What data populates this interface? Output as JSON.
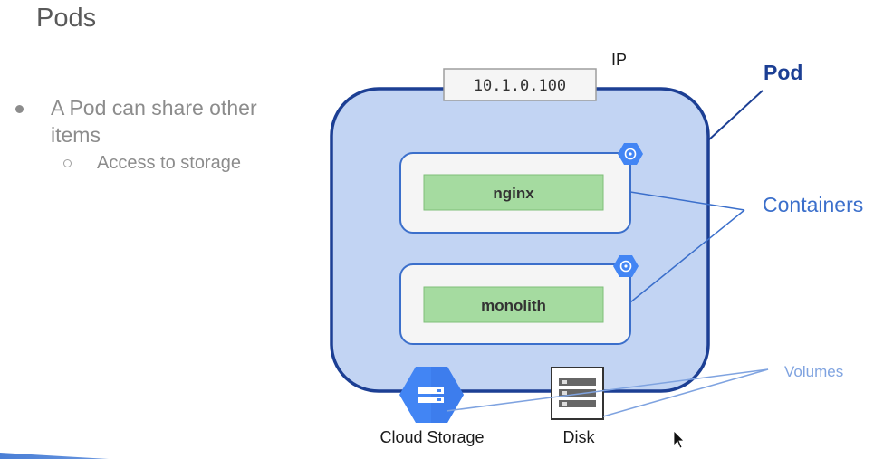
{
  "slide": {
    "title": "Pods",
    "bullets": [
      {
        "text": "A Pod can share other items",
        "sub": [
          "Access to storage"
        ]
      }
    ]
  },
  "diagram": {
    "ip_label": "IP",
    "ip_address": "10.1.0.100",
    "pod_label": "Pod",
    "containers_label": "Containers",
    "containers": [
      {
        "name": "nginx"
      },
      {
        "name": "monolith"
      }
    ],
    "volumes_label": "Volumes",
    "storage": [
      {
        "label": "Cloud Storage",
        "icon": "cloud-storage-hexagon-icon"
      },
      {
        "label": "Disk",
        "icon": "disk-server-icon"
      }
    ],
    "colors": {
      "pod_fill": "#c2d4f3",
      "pod_border": "#1c3f94",
      "container_border": "#3b6fcb",
      "container_fill": "#f5f5f5",
      "app_fill": "#a5dba0",
      "hex_blue": "#4285f4"
    }
  }
}
